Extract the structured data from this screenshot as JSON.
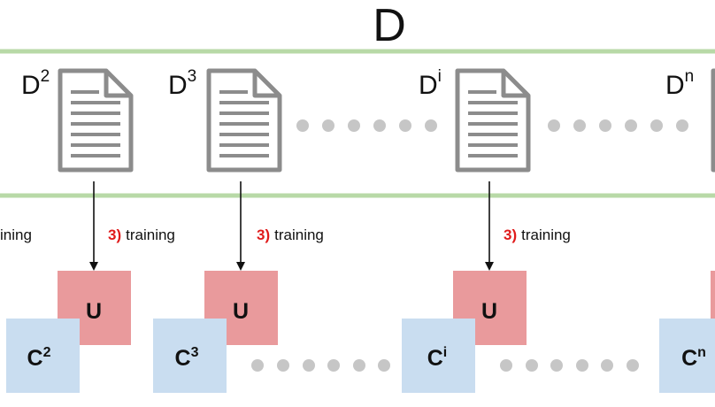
{
  "title": "D",
  "colors": {
    "band_line": "#b8d9a7",
    "doc_gray": "#8c8c8c",
    "dots": "#c6c6c6",
    "u_box": "#e99a9c",
    "c_box": "#c9ddf0",
    "accent_red": "#e01b1b"
  },
  "documents": [
    {
      "base": "D",
      "sup": "2"
    },
    {
      "base": "D",
      "sup": "3"
    },
    {
      "base": "D",
      "sup": "i"
    },
    {
      "base": "D",
      "sup": "n"
    }
  ],
  "training": {
    "step": "3)",
    "word": "training",
    "partial_left": "ining"
  },
  "u_label": "U",
  "components": [
    {
      "base": "C",
      "sup": "2"
    },
    {
      "base": "C",
      "sup": "3"
    },
    {
      "base": "C",
      "sup": "i"
    },
    {
      "base": "C",
      "sup": "n"
    }
  ],
  "icons": {
    "document": "document-icon",
    "ellipsis": "ellipsis-dots",
    "arrow": "arrow-down-icon"
  }
}
